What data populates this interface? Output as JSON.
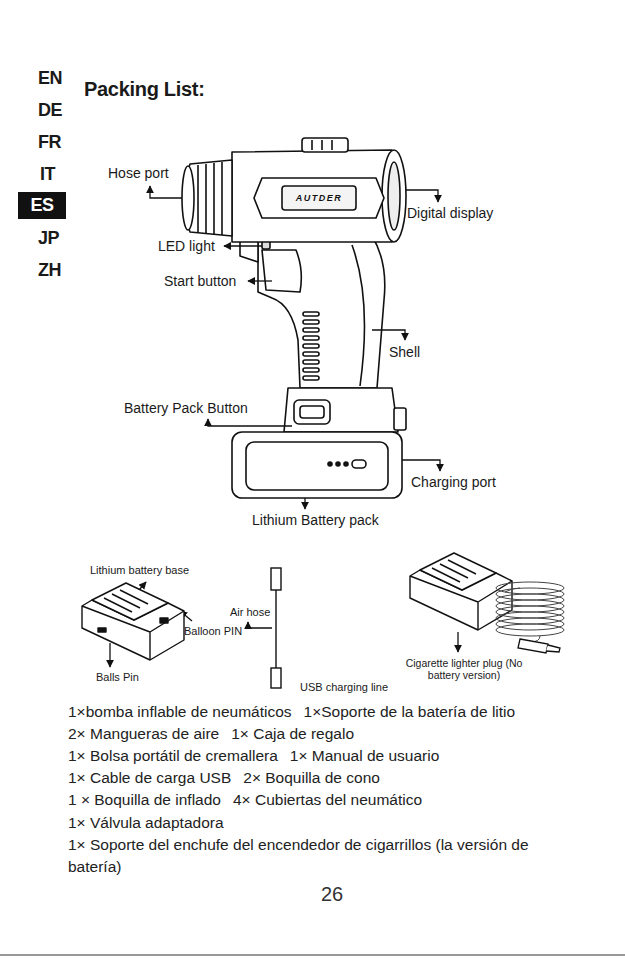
{
  "diagram": {
    "title": "Packing List:",
    "nodes": [
      {
        "text": [
          "ES"
        ]
      }
    ],
    "labels": [
      "EN",
      "DE",
      "FR",
      "IT",
      "JP",
      "ZH",
      "Hose port",
      "AUTDER",
      "Digital display",
      "LED light",
      "Start button",
      "Shell",
      "Battery Pack Button",
      "Charging port",
      "Lithium Battery pack",
      "Lithium battery base",
      "Air hose",
      "Balloon PIN",
      "Balls Pin",
      "Cigarette lighter plug (No battery version)",
      "USB charging line",
      "1×bomba inflable de neumáticos",
      "1×Soporte de la batería de litio",
      "2× Mangueras de aire",
      "1× Caja de regalo",
      "1× Bolsa portátil de cremallera",
      "1× Manual de usuario",
      "1× Cable de carga USB",
      "2× Boquilla de cono",
      "1 × Boquilla de inflado",
      "4× Cubiertas del neumático",
      "1× Válvula adaptadora",
      "1× Soporte del enchufe del encendedor de cigarrillos (la versión de batería)",
      "26"
    ]
  }
}
